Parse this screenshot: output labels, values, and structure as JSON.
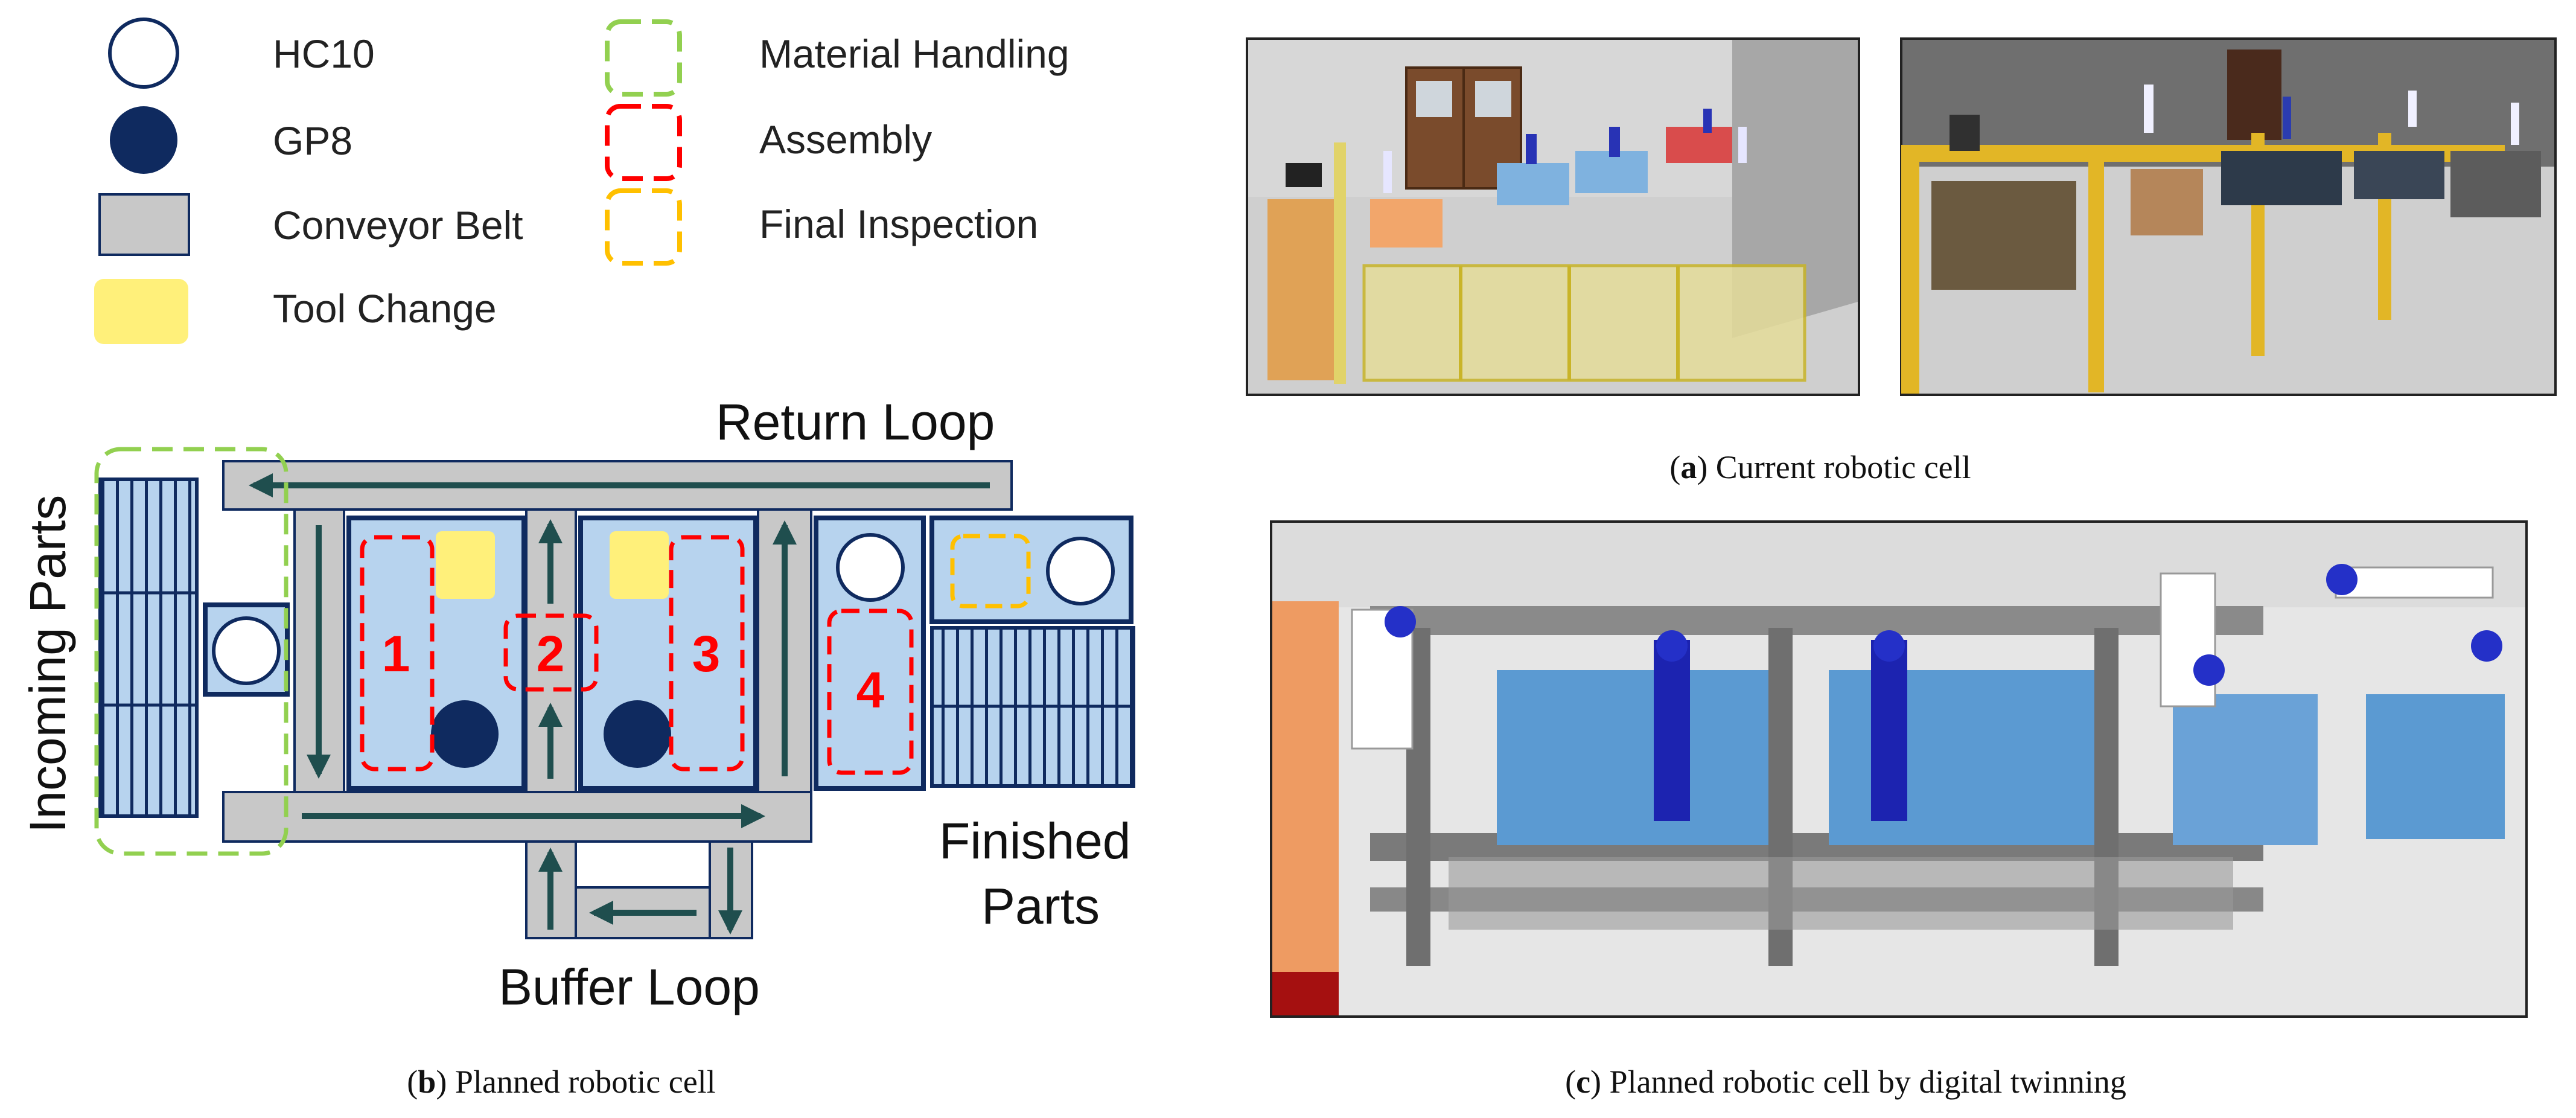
{
  "legend": {
    "hc10": "HC10",
    "gp8": "GP8",
    "conveyor": "Conveyor Belt",
    "tool_change": "Tool Change",
    "material_handling": "Material Handling",
    "assembly": "Assembly",
    "final_inspection": "Final Inspection"
  },
  "layout": {
    "return_loop": "Return Loop",
    "buffer_loop": "Buffer Loop",
    "incoming_parts": "Incoming Parts",
    "finished_parts_line1": "Finished",
    "finished_parts_line2": "Parts",
    "stations": [
      "1",
      "2",
      "3",
      "4"
    ]
  },
  "captions": {
    "a_letter": "a",
    "a_text": "Current robotic cell",
    "b_letter": "b",
    "b_text": "Planned robotic cell",
    "c_letter": "c",
    "c_text": "Planned robotic cell by digital twinning"
  },
  "colors": {
    "navy": "#0f2a5f",
    "cell_blue": "#b7d3ee",
    "conveyor_gray": "#c8c8c8",
    "tool_yellow": "#fff07a",
    "material_green": "#92d050",
    "assembly_red": "#ff0000",
    "inspection_orange": "#ffc000",
    "arrow_teal": "#1f4e4e"
  }
}
